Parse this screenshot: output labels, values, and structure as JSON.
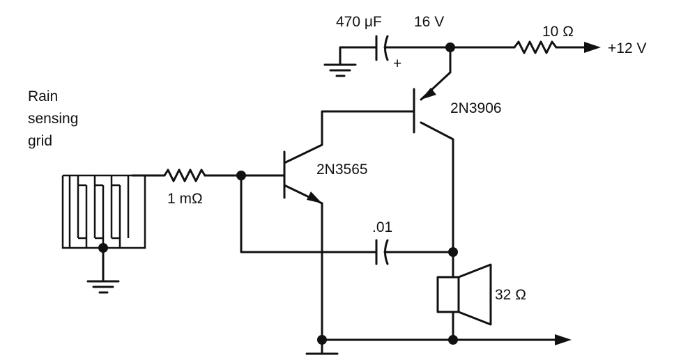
{
  "labels": {
    "rain_grid": [
      "Rain",
      "sensing",
      "grid"
    ],
    "cap_main_value": "470 μF",
    "cap_main_voltage": "16 V",
    "cap_main_polarity": "+",
    "resistor_supply": "10 Ω",
    "supply": "+12 V",
    "pnp_transistor": "2N3906",
    "npn_transistor": "2N3565",
    "resistor_input": "1 mΩ",
    "cap_feedback": ".01",
    "speaker": "32 Ω"
  },
  "colors": {
    "ink": "#111111",
    "background": "#ffffff"
  }
}
